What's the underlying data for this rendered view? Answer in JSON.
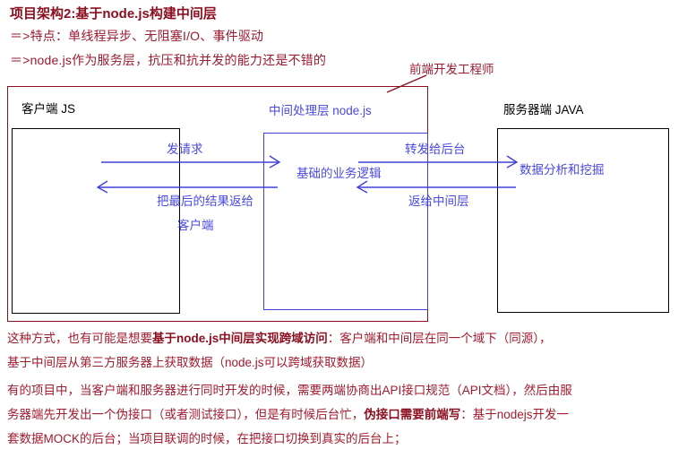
{
  "document": {
    "title": "项目架构2:基于node.js构建中间层",
    "header_lines": [
      "＝>特点：单线程异步、无阻塞I/O、事件驱动",
      "＝>node.js作为服务层，抗压和抗并发的能力还是不错的"
    ]
  },
  "diagram": {
    "annotation": "前端开发工程师",
    "scope_box_color": "#8b1020",
    "arrow_color": "#4040d8",
    "boxes": {
      "client": {
        "caption": "客户端 JS",
        "border_color": "#000000"
      },
      "middle": {
        "caption": "中间处理层 node.js",
        "border_color": "#4040d8",
        "body_label": "基础的业务逻辑"
      },
      "server": {
        "caption": "服务器端 JAVA",
        "border_color": "#000000",
        "body_label": "数据分析和挖掘"
      }
    },
    "flows": {
      "send_request": "发请求",
      "return_to_client_line1": "把最后的结果返给",
      "return_to_client_line2": "客户端",
      "forward_to_backend": "转发给后台",
      "return_to_middle": "返给中间层"
    }
  },
  "notes": {
    "paragraph1": [
      {
        "parts": [
          {
            "text": "这种方式，也有可能是想要",
            "bold": false
          },
          {
            "text": "基于node.js中间层实现跨域访问",
            "bold": true
          },
          {
            "text": "：客户端和中间层在同一个域下（同源），",
            "bold": false
          }
        ]
      },
      {
        "parts": [
          {
            "text": "基于中间层从第三方服务器上获取数据（node.js可以跨域获取数据）",
            "bold": false
          }
        ]
      }
    ],
    "paragraph2": [
      {
        "parts": [
          {
            "text": "有的项目中，当客户端和服务器进行同时开发的时候，需要两端协商出API接口规范（API文档），然后由服",
            "bold": false
          }
        ]
      },
      {
        "parts": [
          {
            "text": "务器端先开发出一个伪接口（或者测试接口），但是有时候后台忙，",
            "bold": false
          },
          {
            "text": "伪接口需要前端写",
            "bold": true
          },
          {
            "text": "：基于nodejs开发一",
            "bold": false
          }
        ]
      },
      {
        "parts": [
          {
            "text": "套数据MOCK的后台；当项目联调的时候，在把接口切换到真实的后台上；",
            "bold": false
          }
        ]
      }
    ]
  }
}
